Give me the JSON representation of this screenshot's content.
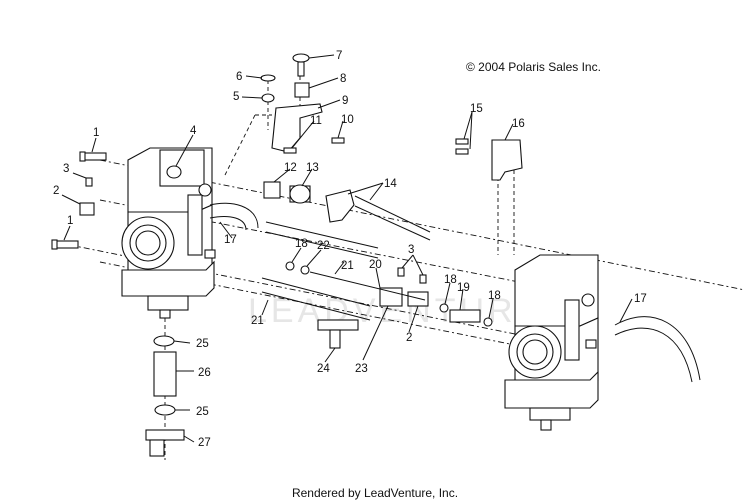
{
  "copyright": "© 2004 Polaris Sales Inc.",
  "footer": "Rendered by LeadVenture, Inc.",
  "watermark": "LEADVENTURE",
  "callouts": [
    "1",
    "2",
    "3",
    "4",
    "5",
    "6",
    "7",
    "8",
    "9",
    "10",
    "11",
    "12",
    "13",
    "14",
    "15",
    "16",
    "17",
    "18",
    "19",
    "20",
    "21",
    "22",
    "23",
    "24",
    "25",
    "26",
    "27"
  ]
}
